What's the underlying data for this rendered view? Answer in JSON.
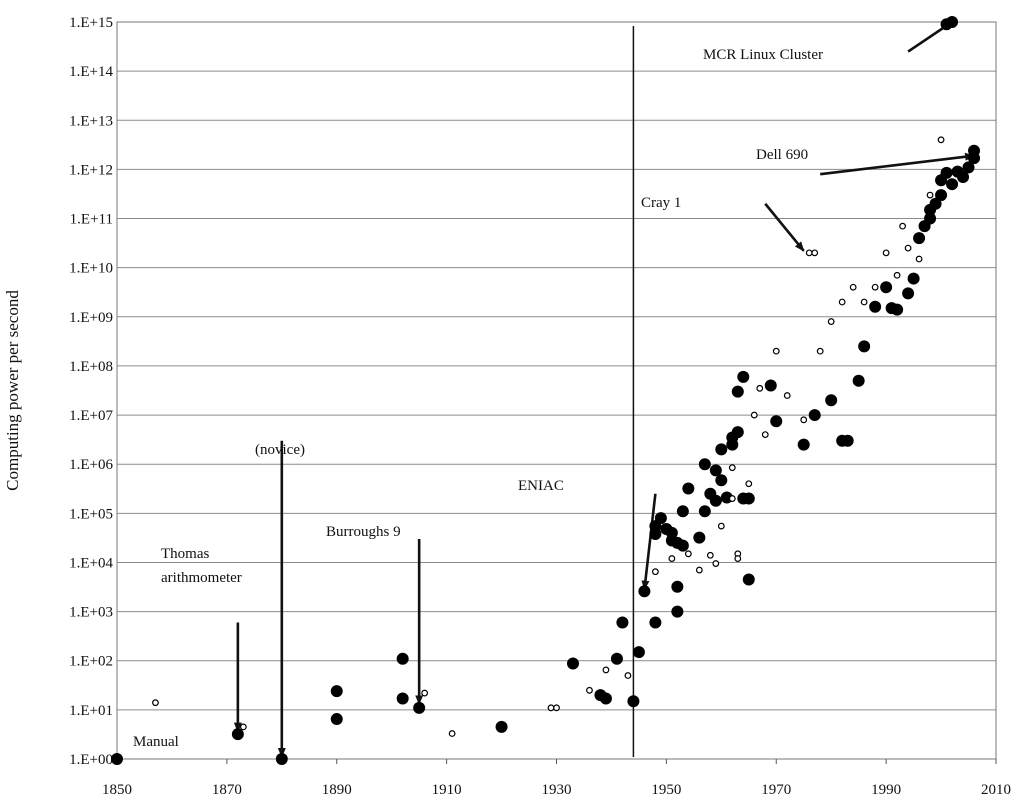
{
  "chart_data": {
    "type": "scatter",
    "title": "",
    "xlabel": "",
    "ylabel": "Computing power per second",
    "x_scale": "linear",
    "y_scale": "log",
    "xlim": [
      1850,
      2010
    ],
    "ylim": [
      1,
      1000000000000000.0
    ],
    "x_ticks": [
      1850,
      1870,
      1890,
      1910,
      1930,
      1950,
      1970,
      1990,
      2010
    ],
    "y_ticks": [
      1.0,
      10.0,
      100.0,
      1000.0,
      10000.0,
      100000.0,
      1000000.0,
      10000000.0,
      100000000.0,
      1000000000.0,
      10000000000.0,
      100000000000.0,
      1000000000000.0,
      10000000000000.0,
      100000000000000.0,
      1000000000000000.0
    ],
    "y_tick_labels": [
      "1.E+00",
      "1.E+01",
      "1.E+02",
      "1.E+03",
      "1.E+04",
      "1.E+05",
      "1.E+06",
      "1.E+07",
      "1.E+08",
      "1.E+09",
      "1.E+10",
      "1.E+11",
      "1.E+12",
      "1.E+13",
      "1.E+14",
      "1.E+15"
    ],
    "grid": "horizontal",
    "vertical_line_x": 1944,
    "series": [
      {
        "marker": "large-filled",
        "points": [
          [
            1850,
            1
          ],
          [
            1872,
            3.2
          ],
          [
            1880,
            1
          ],
          [
            1890,
            24
          ],
          [
            1890,
            6.5
          ],
          [
            1902,
            110
          ],
          [
            1902,
            17
          ],
          [
            1905,
            11
          ],
          [
            1920,
            4.5
          ],
          [
            1933,
            88
          ],
          [
            1938,
            20
          ],
          [
            1939,
            17
          ],
          [
            1941,
            110
          ],
          [
            1942,
            600
          ],
          [
            1944,
            15
          ],
          [
            1945,
            150
          ],
          [
            1946,
            2600
          ],
          [
            1948,
            600
          ],
          [
            1948,
            38000
          ],
          [
            1948,
            55000
          ],
          [
            1949,
            80000
          ],
          [
            1950,
            48000
          ],
          [
            1951,
            28000
          ],
          [
            1951,
            40000
          ],
          [
            1952,
            1000
          ],
          [
            1952,
            3200
          ],
          [
            1952,
            25000
          ],
          [
            1953,
            22000
          ],
          [
            1953,
            110000
          ],
          [
            1954,
            320000
          ],
          [
            1956,
            32000
          ],
          [
            1957,
            110000
          ],
          [
            1957,
            1000000
          ],
          [
            1958,
            250000
          ],
          [
            1959,
            180000
          ],
          [
            1959,
            750000
          ],
          [
            1960,
            2000000
          ],
          [
            1960,
            470000
          ],
          [
            1961,
            210000
          ],
          [
            1962,
            2500000
          ],
          [
            1962,
            3500000
          ],
          [
            1963,
            4500000
          ],
          [
            1963,
            30000000
          ],
          [
            1964,
            60000000
          ],
          [
            1964,
            200000
          ],
          [
            1965,
            4500
          ],
          [
            1965,
            200000
          ],
          [
            1969,
            40000000
          ],
          [
            1970,
            7500000
          ],
          [
            1975,
            2500000
          ],
          [
            1977,
            10000000
          ],
          [
            1980,
            20000000
          ],
          [
            1982,
            3000000
          ],
          [
            1983,
            3000000
          ],
          [
            1985,
            50000000
          ],
          [
            1986,
            250000000
          ],
          [
            1988,
            1600000000
          ],
          [
            1990,
            4000000000
          ],
          [
            1991,
            1500000000
          ],
          [
            1992,
            1400000000
          ],
          [
            1994,
            3000000000
          ],
          [
            1995,
            6000000000
          ],
          [
            1996,
            40000000000
          ],
          [
            1997,
            70000000000
          ],
          [
            1998,
            100000000000
          ],
          [
            1998,
            150000000000
          ],
          [
            1999,
            200000000000
          ],
          [
            2000,
            300000000000
          ],
          [
            2000,
            600000000000
          ],
          [
            2001,
            850000000000
          ],
          [
            2001,
            900000000000000
          ],
          [
            2002,
            500000000000
          ],
          [
            2003,
            900000000000
          ],
          [
            2004,
            700000000000
          ],
          [
            2005,
            1100000000000
          ],
          [
            2006,
            1700000000000
          ],
          [
            2006,
            2400000000000
          ],
          [
            2002,
            1000000000000000
          ]
        ]
      },
      {
        "marker": "small-open",
        "points": [
          [
            1857,
            14
          ],
          [
            1873,
            4.5
          ],
          [
            1906,
            22
          ],
          [
            1911,
            3.3
          ],
          [
            1929,
            11
          ],
          [
            1930,
            11
          ],
          [
            1936,
            25
          ],
          [
            1939,
            65
          ],
          [
            1943,
            50
          ],
          [
            1948,
            6500
          ],
          [
            1951,
            12000
          ],
          [
            1954,
            15000
          ],
          [
            1956,
            7000
          ],
          [
            1958,
            14000
          ],
          [
            1959,
            9500
          ],
          [
            1960,
            55000
          ],
          [
            1962,
            200000
          ],
          [
            1962,
            850000
          ],
          [
            1963,
            15000
          ],
          [
            1963,
            12000
          ],
          [
            1965,
            400000
          ],
          [
            1966,
            10000000
          ],
          [
            1967,
            35000000
          ],
          [
            1968,
            4000000
          ],
          [
            1970,
            200000000
          ],
          [
            1972,
            25000000
          ],
          [
            1975,
            8000000
          ],
          [
            1976,
            20000000000
          ],
          [
            1977,
            20000000000
          ],
          [
            1978,
            200000000
          ],
          [
            1980,
            800000000
          ],
          [
            1982,
            2000000000
          ],
          [
            1984,
            4000000000
          ],
          [
            1986,
            2000000000
          ],
          [
            1988,
            4000000000
          ],
          [
            1990,
            20000000000
          ],
          [
            1992,
            7000000000
          ],
          [
            1993,
            70000000000
          ],
          [
            1994,
            25000000000
          ],
          [
            1996,
            15000000000
          ],
          [
            1998,
            300000000000
          ],
          [
            2000,
            4000000000000
          ]
        ]
      }
    ],
    "annotations": [
      {
        "text": "MCR Linux Cluster",
        "lines": [
          "MCR Linux Cluster"
        ],
        "at": [
          1994,
          250000000000000.0
        ],
        "target": [
          2002,
          1000000000000000.0
        ]
      },
      {
        "text": "Dell 690",
        "lines": [
          "Dell 690"
        ],
        "at": [
          1978,
          800000000000.0
        ],
        "target": [
          2006,
          1900000000000.0
        ]
      },
      {
        "text": "Cray 1",
        "lines": [
          "Cray 1"
        ],
        "at": [
          1968,
          200000000000.0
        ],
        "target": [
          1975,
          22000000000.0
        ]
      },
      {
        "text": "ENIAC",
        "lines": [
          "ENIAC"
        ],
        "at": [
          1948,
          250000.0
        ],
        "target": [
          1946,
          2800.0
        ]
      },
      {
        "text": "Burroughs 9",
        "lines": [
          "Burroughs 9"
        ],
        "at": [
          1905,
          30000.0
        ],
        "target": [
          1905,
          13.0
        ]
      },
      {
        "text": "Thomas arithmometer",
        "lines": [
          "Thomas",
          "arithmometer"
        ],
        "at": [
          1872,
          600.0
        ],
        "target": [
          1872,
          3.6
        ]
      },
      {
        "text": "(novice)",
        "lines": [
          "(novice)"
        ],
        "at": [
          1880,
          3000000.0
        ],
        "target": [
          1880,
          1.1
        ]
      },
      {
        "text": "Manual",
        "lines": [
          "Manual"
        ],
        "at": [
          1856,
          1.5
        ],
        "target": null
      }
    ]
  }
}
